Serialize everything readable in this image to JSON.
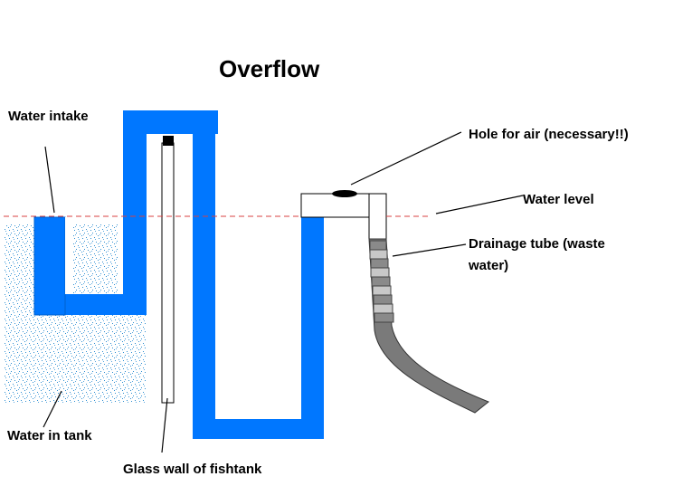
{
  "title": "Overflow",
  "labels": {
    "water_intake": "Water intake",
    "hole_for_air": "Hole for air (necessary!!)",
    "water_level": "Water level",
    "drainage_tube_line1": "Drainage tube (waste",
    "drainage_tube_line2": "water)",
    "water_in_tank": "Water in tank",
    "glass_wall": "Glass wall of fishtank"
  },
  "colors": {
    "water_blue": "#0077ff",
    "tank_water_dots": "#2f8fd1",
    "water_level_line": "#d84040",
    "drain_tube": "#7a7a7a",
    "drain_tube_light": "#c8c8c8",
    "stopper": "#000000"
  }
}
